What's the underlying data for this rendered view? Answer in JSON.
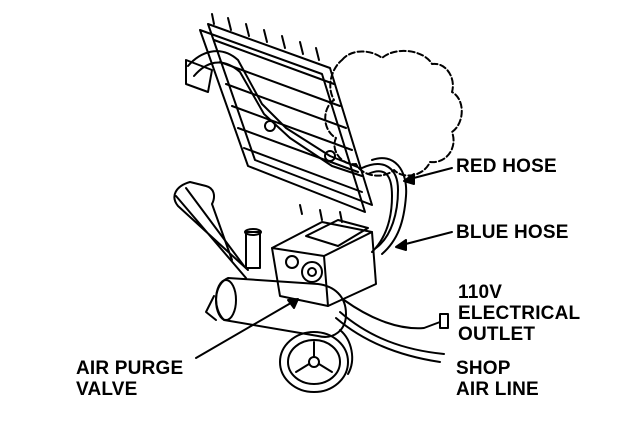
{
  "labels": {
    "red_hose": "RED HOSE",
    "blue_hose": "BLUE HOSE",
    "electrical_outlet": [
      "110V",
      "ELECTRICAL",
      "OUTLET"
    ],
    "air_purge_valve": [
      "AIR PURGE",
      "VALVE"
    ],
    "shop_air_line": [
      "SHOP",
      "AIR LINE"
    ]
  },
  "colors": {
    "ink": "#000000",
    "paper": "#ffffff"
  }
}
